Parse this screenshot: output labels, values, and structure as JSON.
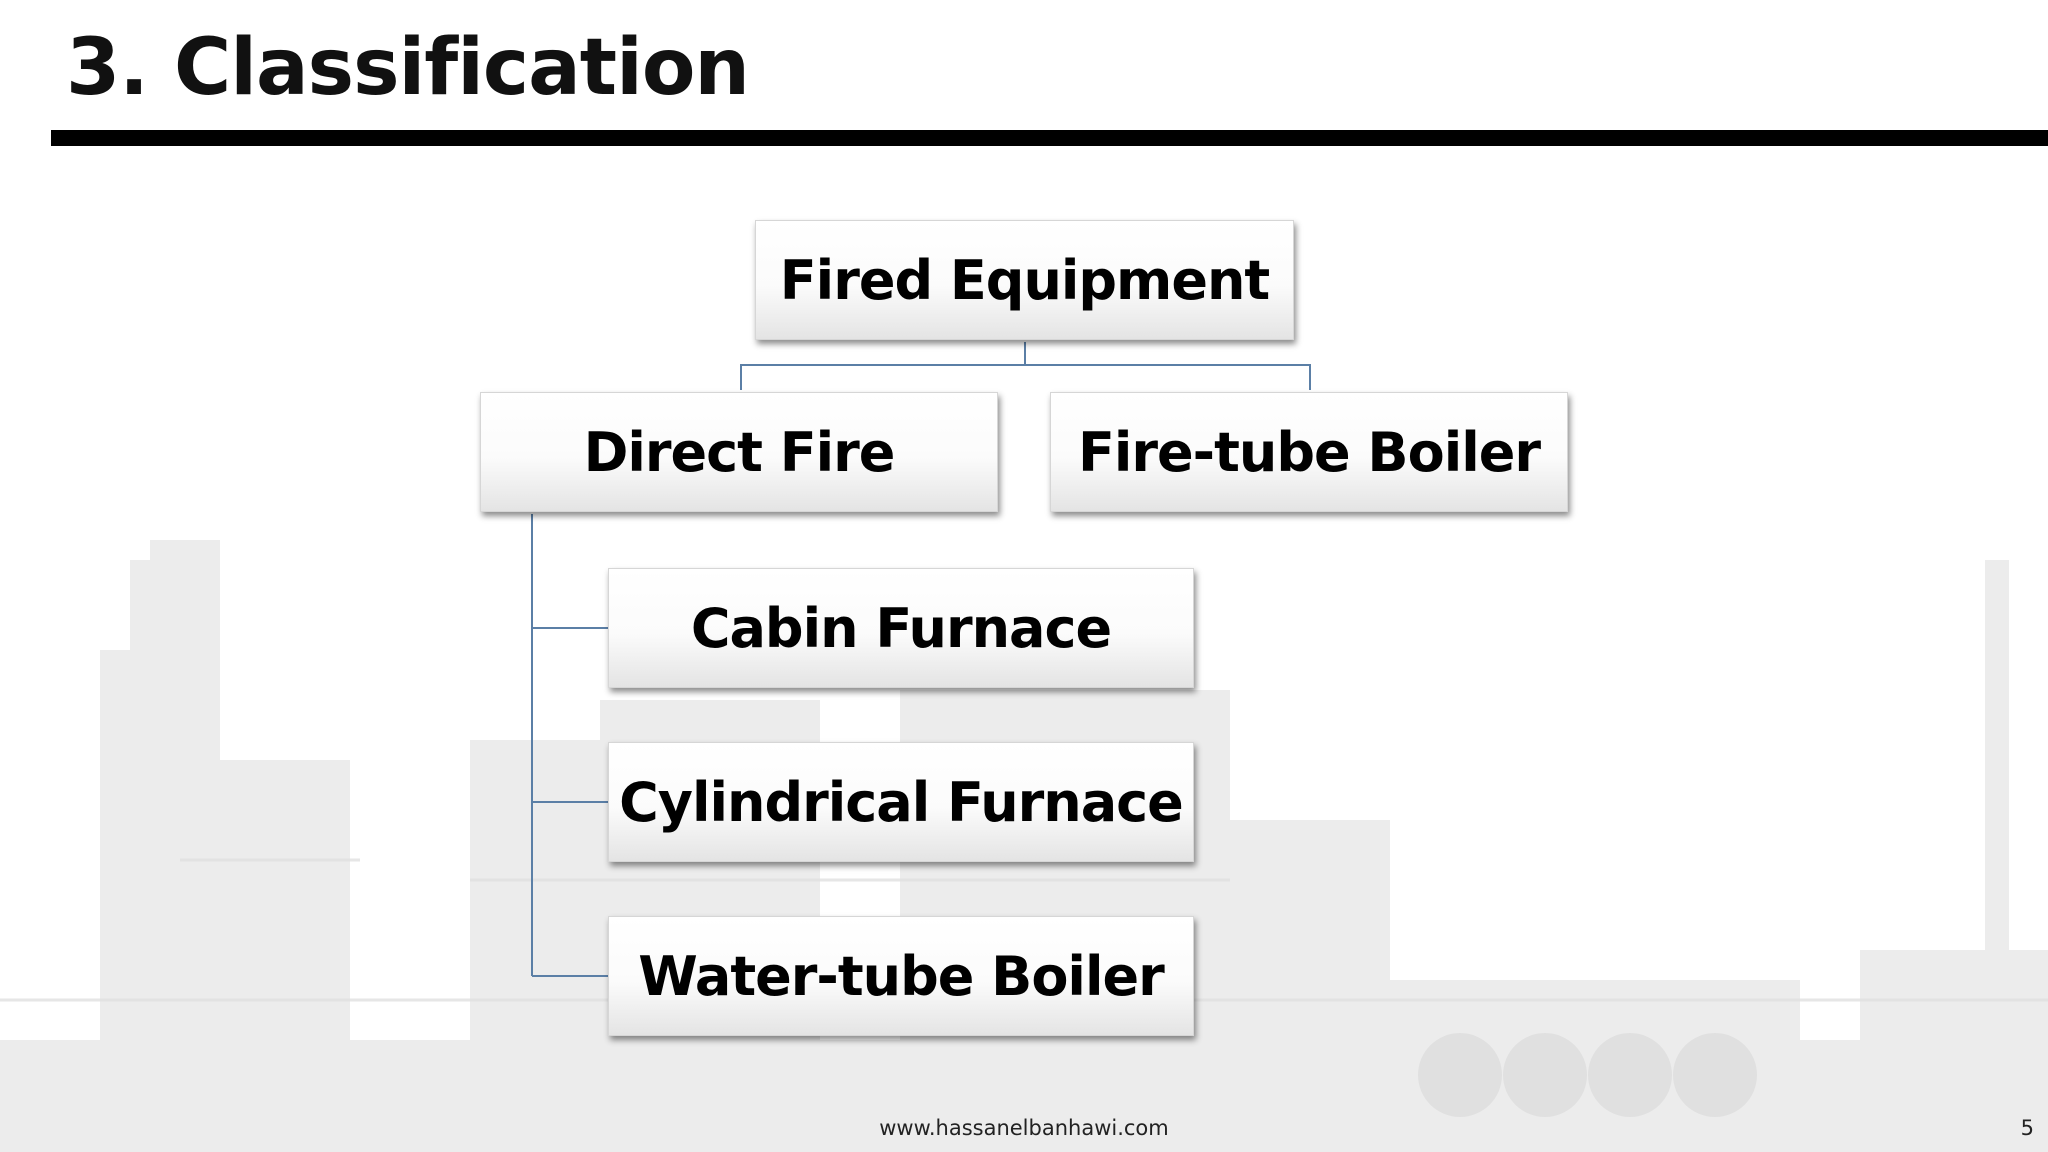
{
  "slide": {
    "title": "3. Classification",
    "footer_url": "www.hassanelbanhawi.com",
    "page_number": "5"
  },
  "diagram": {
    "root": "Fired Equipment",
    "level1": [
      "Direct Fire",
      "Fire-tube Boiler"
    ],
    "direct_fire_children": [
      "Cabin Furnace",
      "Cylindrical Furnace",
      "Water-tube Boiler"
    ]
  },
  "colors": {
    "connector": "#5b7fa6",
    "title_rule": "#000000",
    "background_silhouette": "#d9d9d9"
  }
}
